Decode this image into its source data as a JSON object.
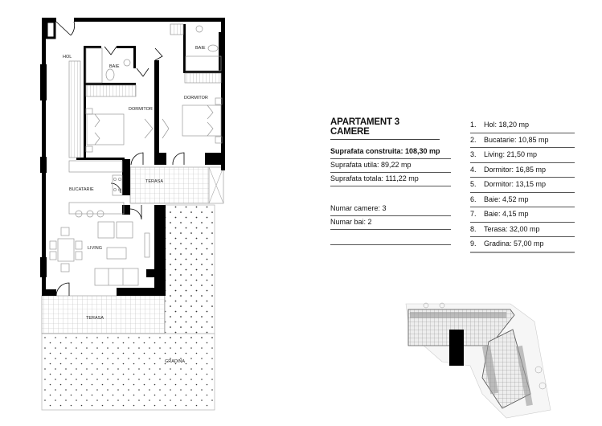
{
  "floor_plan": {
    "labels": {
      "hol": "HOL",
      "baie_1": "BAIE",
      "baie_2": "BAIE",
      "dormitor_1": "DORMITOR",
      "dormitor_2": "DORMITOR",
      "bucatarie": "BUCATARIE",
      "terasa_1": "TERASA",
      "living": "LIVING",
      "terasa_2": "TERASA",
      "gradina": "GRADINA"
    }
  },
  "summary": {
    "title": "APARTAMENT 3 CAMERE",
    "suprafata_construita": "Suprafata construita: 108,30 mp",
    "suprafata_utila": "Suprafata utila: 89,22 mp",
    "suprafata_totala": "Suprafata totala: 111,22 mp",
    "numar_camere": "Numar camere: 3",
    "numar_bai": "Numar bai: 2"
  },
  "rooms": [
    {
      "num": "1.",
      "label": "Hol: 18,20 mp"
    },
    {
      "num": "2.",
      "label": "Bucatarie: 10,85 mp"
    },
    {
      "num": "3.",
      "label": "Living: 21,50 mp"
    },
    {
      "num": "4.",
      "label": "Dormitor: 16,85 mp"
    },
    {
      "num": "5.",
      "label": "Dormitor: 13,15 mp"
    },
    {
      "num": "6.",
      "label": "Baie: 4,52 mp"
    },
    {
      "num": "7.",
      "label": "Baie: 4,15 mp"
    },
    {
      "num": "8.",
      "label": "Terasa: 32,00 mp"
    },
    {
      "num": "9.",
      "label": "Gradina: 57,00 mp"
    }
  ]
}
